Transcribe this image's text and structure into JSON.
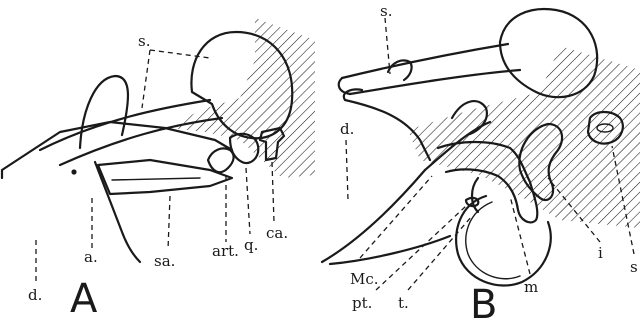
{
  "panels": [
    {
      "letter": "A",
      "labels": {
        "s": "s.",
        "d": "d.",
        "a": "a.",
        "sa": "sa.",
        "art": "art.",
        "q": "q.",
        "ca": "ca."
      }
    },
    {
      "letter": "B",
      "labels": {
        "s_top": "s.",
        "d": "d.",
        "mc": "Mc.",
        "pt": "pt.",
        "t": "t.",
        "m": "m",
        "i": "i",
        "s_right": "s"
      }
    }
  ]
}
